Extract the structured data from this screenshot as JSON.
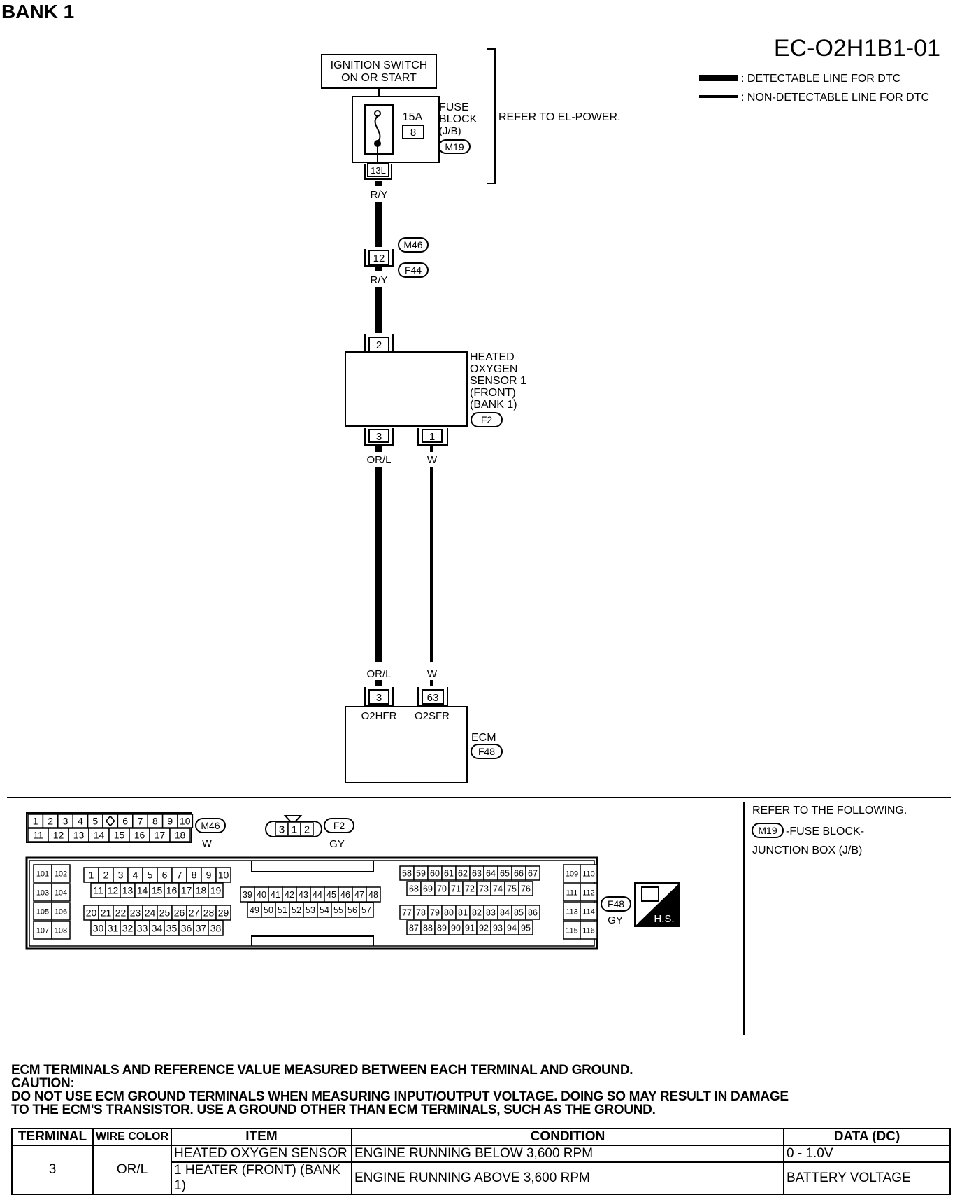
{
  "header": {
    "title": "BANK 1",
    "code": "EC-O2H1B1-01"
  },
  "legend": {
    "detectable": ": DETECTABLE LINE FOR DTC",
    "non_detectable": ": NON-DETECTABLE LINE FOR DTC"
  },
  "power": {
    "ignition_line1": "IGNITION SWITCH",
    "ignition_line2": "ON OR START",
    "fuse_rating": "15A",
    "fuse_number": "8",
    "fuse_block_label": [
      "FUSE",
      "BLOCK",
      "(J/B)"
    ],
    "fuse_connector": "M19",
    "fuse_terminal": "13L",
    "refer": "REFER TO EL-POWER."
  },
  "wiring": {
    "wire_ry_top": "R/Y",
    "joint_top_connector": "M46",
    "joint_terminal": "12",
    "joint_bottom_connector": "F44",
    "wire_ry_bottom": "R/Y"
  },
  "sensor": {
    "label": [
      "HEATED",
      "OXYGEN",
      "SENSOR 1",
      "(FRONT)",
      "(BANK 1)"
    ],
    "connector": "F2",
    "pin_top": "2",
    "pin_left": "3",
    "pin_right": "1",
    "wire_left": "OR/L",
    "wire_right": "W"
  },
  "ecm": {
    "wire_left": "OR/L",
    "wire_right": "W",
    "pin_left": "3",
    "pin_right": "63",
    "signal_left": "O2HFR",
    "signal_right": "O2SFR",
    "label": "ECM",
    "connector": "F48"
  },
  "connectors": {
    "m46": {
      "row1": [
        "1",
        "2",
        "3",
        "4",
        "5",
        "",
        "6",
        "7",
        "8",
        "9",
        "10"
      ],
      "row2": [
        "11",
        "12",
        "13",
        "14",
        "15",
        "16",
        "17",
        "18"
      ],
      "name": "M46",
      "color": "W"
    },
    "f2": {
      "pins": [
        "3",
        "1",
        "2"
      ],
      "name": "F2",
      "color": "GY"
    },
    "f48": {
      "name": "F48",
      "color": "GY",
      "badge": "H.S.",
      "left_block": [
        [
          "101",
          "102"
        ],
        [
          "103",
          "104"
        ],
        [
          "105",
          "106"
        ],
        [
          "107",
          "108"
        ]
      ],
      "row1": [
        "1",
        "2",
        "3",
        "4",
        "5",
        "6",
        "7",
        "8",
        "9",
        "10"
      ],
      "row2": [
        "11",
        "12",
        "13",
        "14",
        "15",
        "16",
        "17",
        "18",
        "19"
      ],
      "row3": [
        "20",
        "21",
        "22",
        "23",
        "24",
        "25",
        "26",
        "27",
        "28",
        "29"
      ],
      "row4": [
        "30",
        "31",
        "32",
        "33",
        "34",
        "35",
        "36",
        "37",
        "38"
      ],
      "mid_top": [
        "39",
        "40",
        "41",
        "42",
        "43",
        "44",
        "45",
        "46",
        "47",
        "48"
      ],
      "mid_bottom": [
        "49",
        "50",
        "51",
        "52",
        "53",
        "54",
        "55",
        "56",
        "57"
      ],
      "r_row1": [
        "58",
        "59",
        "60",
        "61",
        "62",
        "63",
        "64",
        "65",
        "66",
        "67"
      ],
      "r_row2": [
        "68",
        "69",
        "70",
        "71",
        "72",
        "73",
        "74",
        "75",
        "76"
      ],
      "r_row3": [
        "77",
        "78",
        "79",
        "80",
        "81",
        "82",
        "83",
        "84",
        "85",
        "86"
      ],
      "r_row4": [
        "87",
        "88",
        "89",
        "90",
        "91",
        "92",
        "93",
        "94",
        "95"
      ],
      "right_block": [
        [
          "109",
          "110"
        ],
        [
          "111",
          "112"
        ],
        [
          "113",
          "114"
        ],
        [
          "115",
          "116"
        ]
      ]
    }
  },
  "refer_box": {
    "line1": "REFER TO THE FOLLOWING.",
    "connector": "M19",
    "line2": "-FUSE BLOCK-",
    "line3": "JUNCTION BOX (J/B)"
  },
  "caption": {
    "line1": "ECM TERMINALS AND REFERENCE VALUE MEASURED BETWEEN EACH TERMINAL AND GROUND.",
    "line2": "CAUTION:",
    "line3": "DO NOT USE ECM GROUND TERMINALS WHEN MEASURING INPUT/OUTPUT VOLTAGE. DOING SO MAY RESULT IN DAMAGE",
    "line4": "TO THE ECM'S TRANSISTOR. USE A GROUND OTHER THAN ECM TERMINALS, SUCH AS THE GROUND."
  },
  "table": {
    "headers": [
      "TERMINAL",
      "WIRE COLOR",
      "ITEM",
      "CONDITION",
      "DATA (DC)"
    ],
    "terminal": "3",
    "wire_color": "OR/L",
    "item_line1": "HEATED OXYGEN SENSOR",
    "item_line2": "1 HEATER (FRONT) (BANK 1)",
    "condition1": "ENGINE RUNNING BELOW 3,600 RPM",
    "data1": "0 - 1.0V",
    "condition2": "ENGINE RUNNING ABOVE 3,600 RPM",
    "data2": "BATTERY VOLTAGE"
  }
}
